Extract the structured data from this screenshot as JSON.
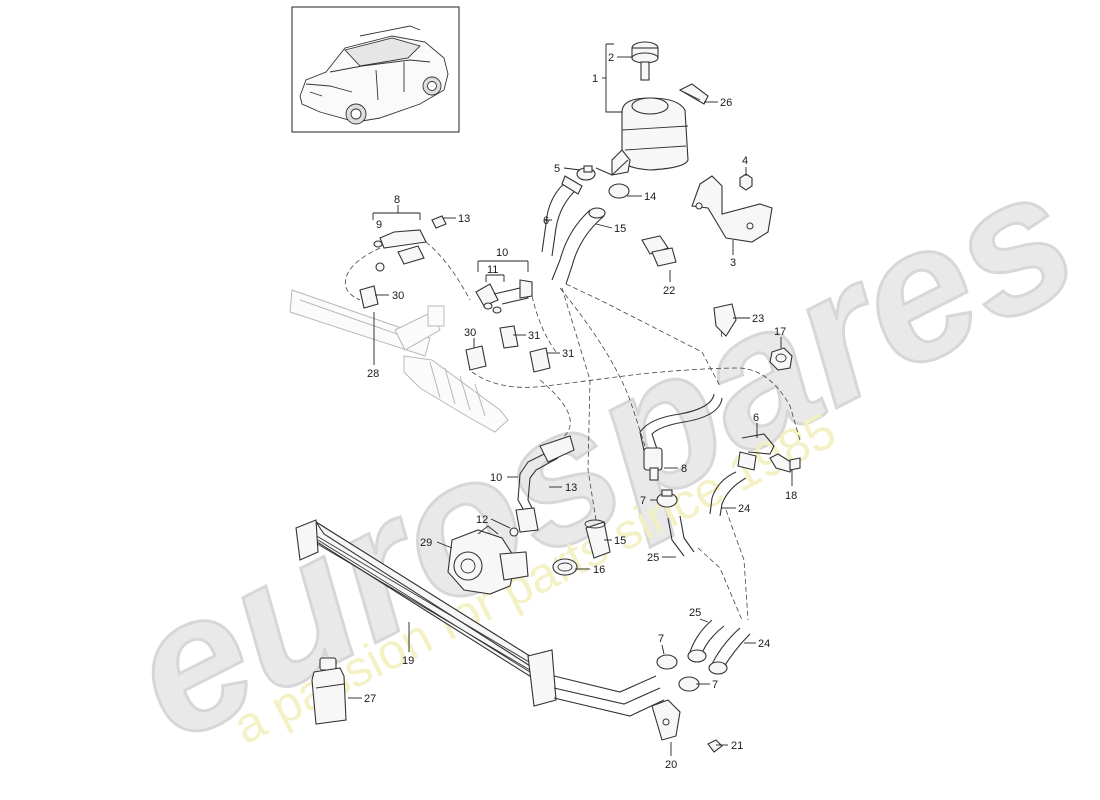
{
  "watermark": {
    "brand": "eurospares",
    "tagline": "a passion for parts since 1985"
  },
  "callouts": [
    {
      "id": "c1",
      "text": "1"
    },
    {
      "id": "c2",
      "text": "2"
    },
    {
      "id": "c26",
      "text": "26"
    },
    {
      "id": "c4",
      "text": "4"
    },
    {
      "id": "c5",
      "text": "5"
    },
    {
      "id": "c14",
      "text": "14"
    },
    {
      "id": "c6a",
      "text": "6"
    },
    {
      "id": "c15a",
      "text": "15"
    },
    {
      "id": "c3",
      "text": "3"
    },
    {
      "id": "c22",
      "text": "22"
    },
    {
      "id": "c8a",
      "text": "8"
    },
    {
      "id": "c9",
      "text": "9"
    },
    {
      "id": "c13a",
      "text": "13"
    },
    {
      "id": "c10a",
      "text": "10"
    },
    {
      "id": "c11",
      "text": "11"
    },
    {
      "id": "c30a",
      "text": "30"
    },
    {
      "id": "c30b",
      "text": "30"
    },
    {
      "id": "c31a",
      "text": "31"
    },
    {
      "id": "c31b",
      "text": "31"
    },
    {
      "id": "c23",
      "text": "23"
    },
    {
      "id": "c17",
      "text": "17"
    },
    {
      "id": "c28",
      "text": "28"
    },
    {
      "id": "c6b",
      "text": "6"
    },
    {
      "id": "c8b",
      "text": "8"
    },
    {
      "id": "c10b",
      "text": "10"
    },
    {
      "id": "c13b",
      "text": "13"
    },
    {
      "id": "c18",
      "text": "18"
    },
    {
      "id": "c7a",
      "text": "7"
    },
    {
      "id": "c24a",
      "text": "24"
    },
    {
      "id": "c12",
      "text": "12"
    },
    {
      "id": "c29",
      "text": "29"
    },
    {
      "id": "c15b",
      "text": "15"
    },
    {
      "id": "c25a",
      "text": "25"
    },
    {
      "id": "c16",
      "text": "16"
    },
    {
      "id": "c25b",
      "text": "25"
    },
    {
      "id": "c7b",
      "text": "7"
    },
    {
      "id": "c24b",
      "text": "24"
    },
    {
      "id": "c7c",
      "text": "7"
    },
    {
      "id": "c19",
      "text": "19"
    },
    {
      "id": "c27",
      "text": "27"
    },
    {
      "id": "c21",
      "text": "21"
    },
    {
      "id": "c20",
      "text": "20"
    }
  ]
}
